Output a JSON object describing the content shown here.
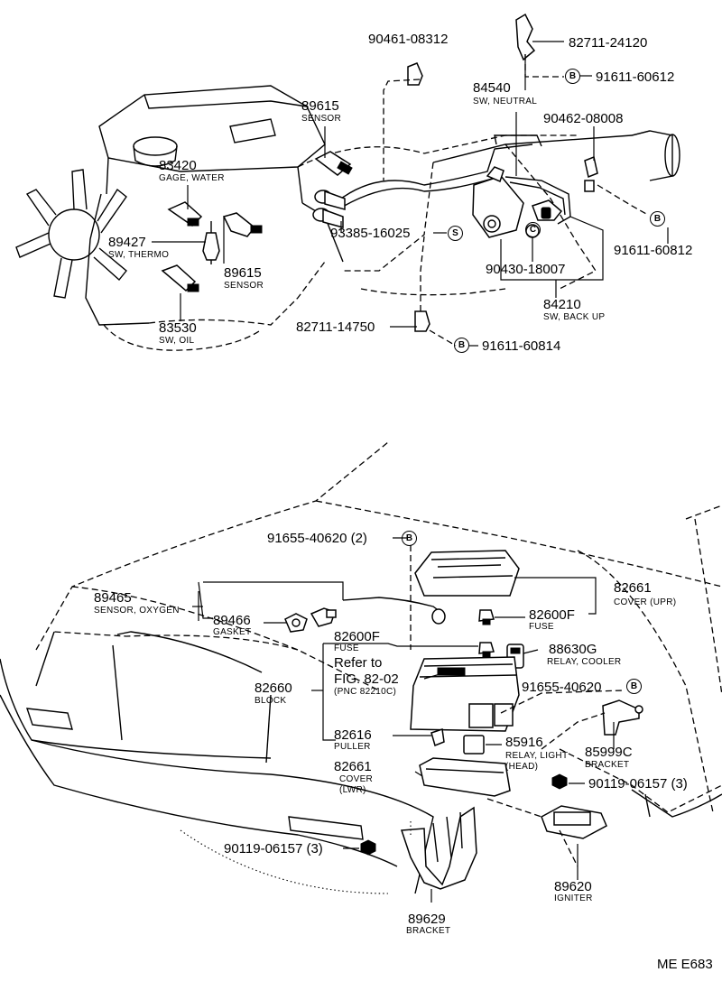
{
  "diagram_code": "ME E683",
  "callouts": [
    {
      "id": "c1",
      "number": "90461-08312",
      "desc": ""
    },
    {
      "id": "c2",
      "number": "82711-24120",
      "desc": ""
    },
    {
      "id": "c3",
      "number": "91611-60612",
      "desc": "",
      "marker": "B"
    },
    {
      "id": "c4",
      "number": "84540",
      "desc": "SW, NEUTRAL"
    },
    {
      "id": "c5",
      "number": "89615",
      "desc": "SENSOR"
    },
    {
      "id": "c6",
      "number": "90462-08008",
      "desc": ""
    },
    {
      "id": "c7",
      "number": "83420",
      "desc": "GAGE, WATER"
    },
    {
      "id": "c8",
      "number": "91611-60812",
      "desc": "",
      "marker": "B"
    },
    {
      "id": "c9",
      "number": "89427",
      "desc": "SW, THERMO"
    },
    {
      "id": "c10",
      "number": "93385-16025",
      "desc": "",
      "marker": "S"
    },
    {
      "id": "c11",
      "number": "89615",
      "desc": "SENSOR"
    },
    {
      "id": "c12",
      "number": "90430-18007",
      "desc": "",
      "marker": "C"
    },
    {
      "id": "c13",
      "number": "84210",
      "desc": "SW, BACK UP"
    },
    {
      "id": "c14",
      "number": "83530",
      "desc": "SW, OIL"
    },
    {
      "id": "c15",
      "number": "82711-14750",
      "desc": ""
    },
    {
      "id": "c16",
      "number": "91611-60814",
      "desc": "",
      "marker": "B"
    },
    {
      "id": "c17",
      "number": "91655-40620 (2)",
      "desc": "",
      "marker": "B"
    },
    {
      "id": "c18",
      "number": "82661",
      "desc": "COVER (UPR)"
    },
    {
      "id": "c19",
      "number": "89465",
      "desc": "SENSOR, OXYGEN"
    },
    {
      "id": "c20",
      "number": "82600F",
      "desc": "FUSE"
    },
    {
      "id": "c21",
      "number": "89466",
      "desc": "GASKET"
    },
    {
      "id": "c22",
      "number": "82600F",
      "desc": "FUSE"
    },
    {
      "id": "c23",
      "number": "88630G",
      "desc": "RELAY, COOLER"
    },
    {
      "id": "c24",
      "number": "Refer to",
      "desc": ""
    },
    {
      "id": "c25",
      "number": "FIG. 82-02",
      "desc": "(PNC 82210C)"
    },
    {
      "id": "c26",
      "number": "91655-40620",
      "desc": "",
      "marker": "B"
    },
    {
      "id": "c27",
      "number": "82660",
      "desc": "BLOCK"
    },
    {
      "id": "c28",
      "number": "82616",
      "desc": "PULLER"
    },
    {
      "id": "c29",
      "number": "85916",
      "desc": "RELAY, LIGHT (HEAD)"
    },
    {
      "id": "c30",
      "number": "85999C",
      "desc": "BRACKET"
    },
    {
      "id": "c31",
      "number": "82661",
      "desc": "COVER (LWR)"
    },
    {
      "id": "c32",
      "number": "90119-06157 (3)",
      "desc": ""
    },
    {
      "id": "c33",
      "number": "90119-06157 (3)",
      "desc": ""
    },
    {
      "id": "c34",
      "number": "89620",
      "desc": "IGNITER"
    },
    {
      "id": "c35",
      "number": "89629",
      "desc": "BRACKET"
    }
  ]
}
